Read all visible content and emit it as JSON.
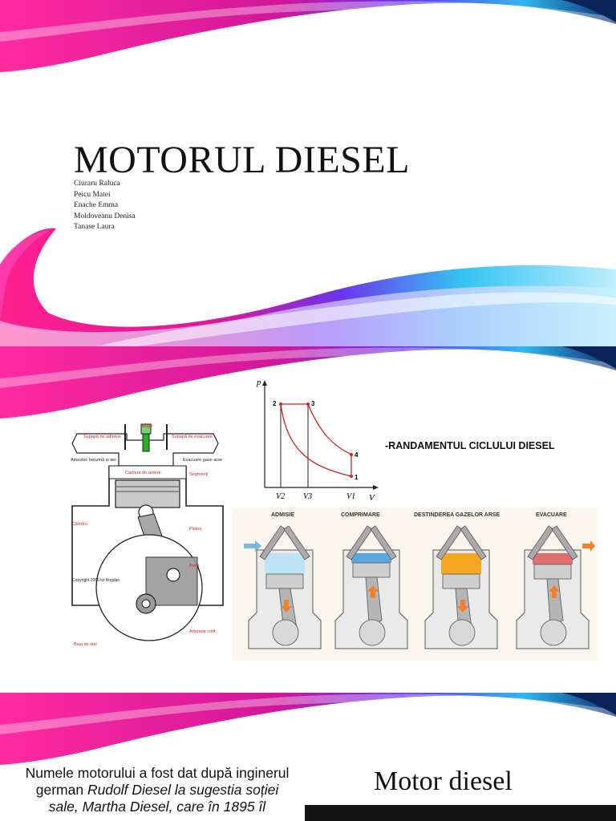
{
  "slide1": {
    "title": "MOTORUL DIESEL",
    "authors": [
      "Ciuraru Raluca",
      "Peicu Matei",
      "Enache Emma",
      "Moldoveanu Denisa",
      "Tanase Laura"
    ]
  },
  "slide2": {
    "heading": "-RANDAMENTUL CICLULUI DIESEL",
    "engine_diagram": {
      "labels": {
        "bujie": "Bujie",
        "supapa_admisie": "Supapă de admisie",
        "supapa_evacuare": "Supapă de evacuare",
        "amestec": "Amestec benzină și aer",
        "evacuare": "Evacuare gaze arse",
        "camera": "Camera de ardere",
        "segmenti": "Segmenți",
        "cilindru": "Cilindru",
        "piston": "Piston",
        "biela": "Bielă",
        "arbore": "Arborele cotit",
        "baia": "Baia de ulei",
        "copyright": "Copyright 2006 bz Bogdan"
      }
    },
    "pv_diagram": {
      "axis_p": "p",
      "axis_v": "V",
      "points": [
        "1",
        "2",
        "3",
        "4"
      ],
      "ticks": [
        "V2",
        "V3",
        "V1"
      ]
    },
    "strokes": [
      "ADMISIE",
      "COMPRIMARE",
      "DESTINDEREA GAZELOR ARSE",
      "EVACUARE"
    ]
  },
  "slide3": {
    "text_line1": "Numele motorului a fost dat după inginerul",
    "text_line2_plain": "german ",
    "text_line2_italic": "Rudolf Diesel la sugestia soției",
    "text_line3": "sale, Martha Diesel, care în 1895 îl",
    "title": "Motor diesel"
  },
  "colors": {
    "magenta": "#ff1493",
    "purple": "#7b2ff7",
    "cyan": "#29c7f2",
    "diagram_red": "#d62020"
  }
}
